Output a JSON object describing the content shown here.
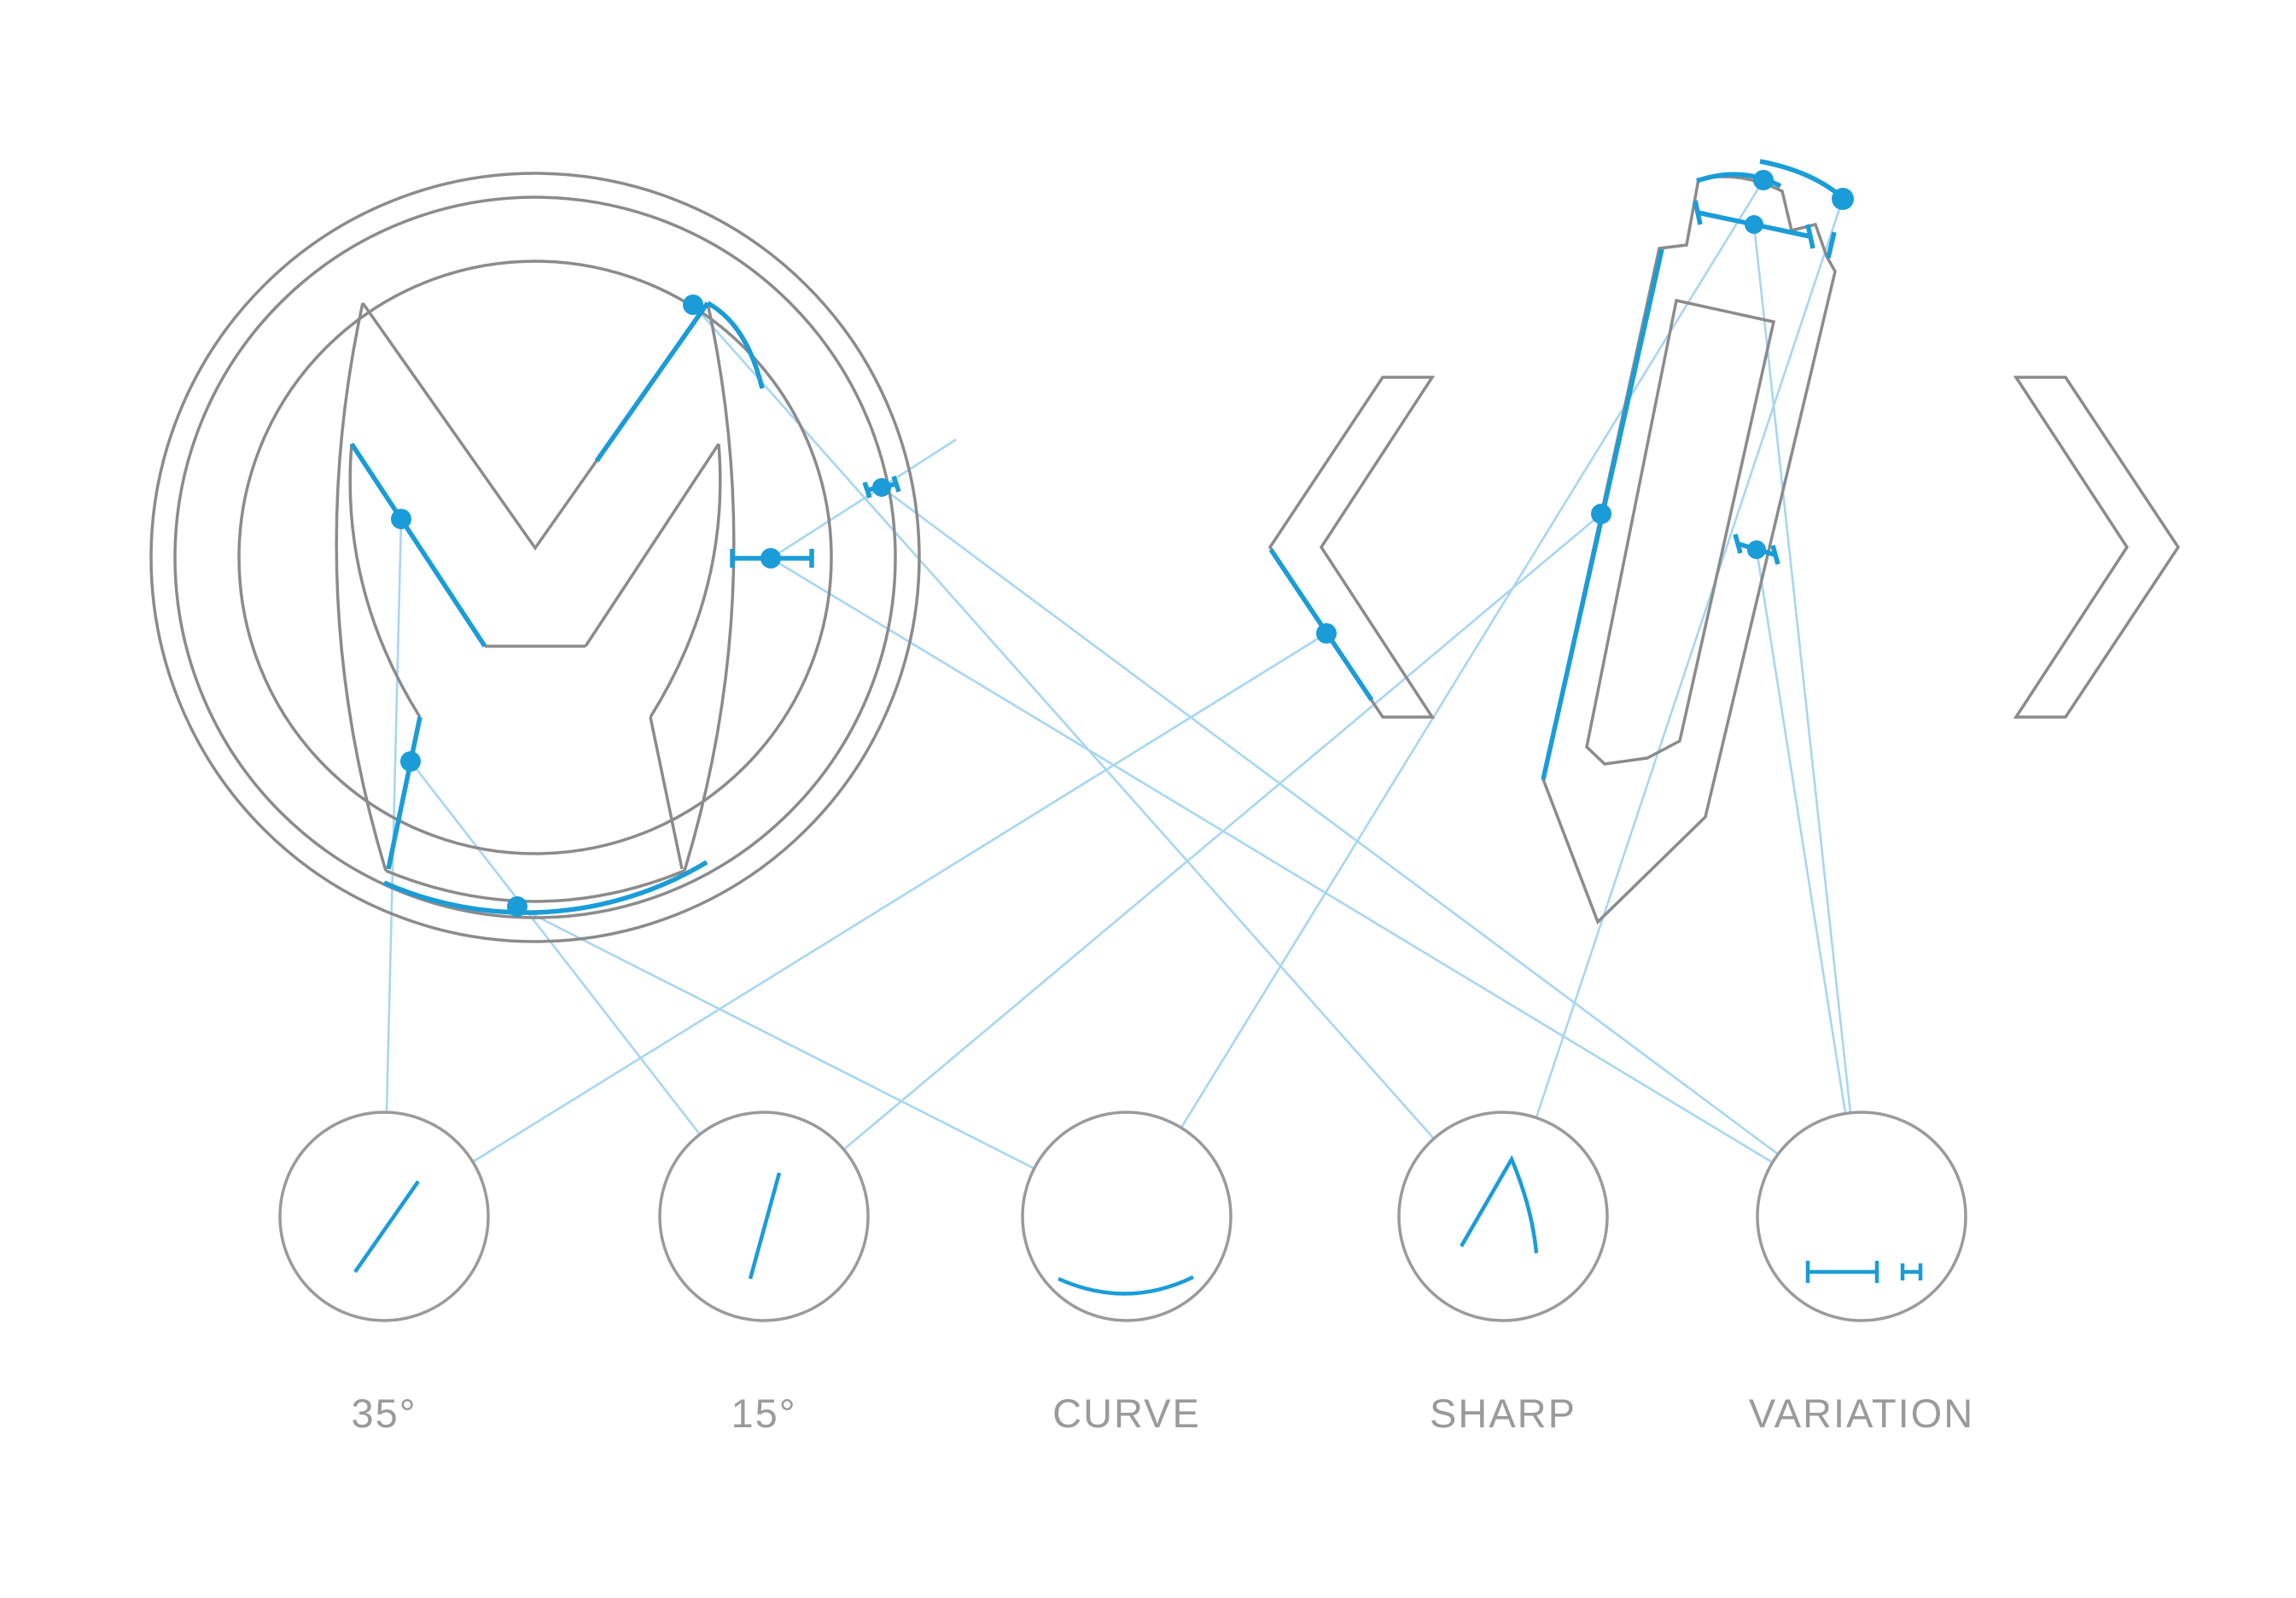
{
  "diagram": {
    "subject": "logo-construction-annotation-sheet",
    "left_figure": "m-mark-in-circle-logo",
    "right_figure": "pencil-between-code-brackets-logo"
  },
  "colors": {
    "accent": "#1a9cd8",
    "connector": "#a6d6f2",
    "outline": "#8b8b8b",
    "label": "#9a9a9a",
    "background": "#ffffff"
  },
  "legend": {
    "items": [
      {
        "label": "35°",
        "icon": "angle-35-line-icon"
      },
      {
        "label": "15°",
        "icon": "angle-15-line-icon"
      },
      {
        "label": "CURVE",
        "icon": "curve-arc-icon"
      },
      {
        "label": "SHARP",
        "icon": "sharp-peak-icon"
      },
      {
        "label": "VARIATION",
        "icon": "width-variation-icon"
      }
    ]
  },
  "annotations": {
    "marker_count": 12,
    "measured_features": [
      "m-stroke-35-degree-edge",
      "m-leg-15-degree-edge",
      "m-bottom-curve",
      "m-sharp-peak",
      "m-stroke-width-measure",
      "ring-gap-measure",
      "pencil-cap-curves",
      "pencil-cap-width-measure",
      "pencil-15-degree-edge",
      "pencil-body-width-measure",
      "bracket-35-degree-edge"
    ]
  }
}
